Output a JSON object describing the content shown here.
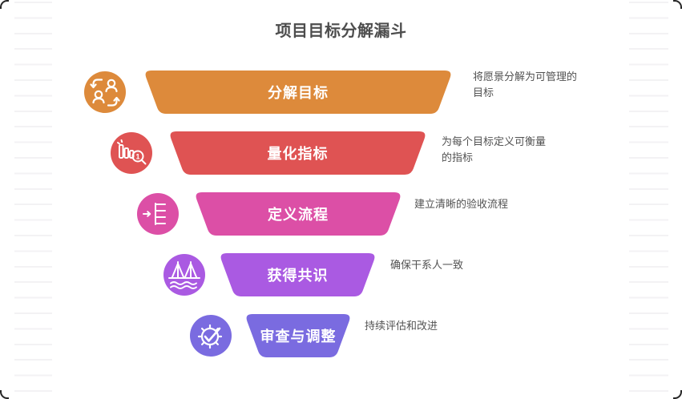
{
  "page": {
    "title": "项目目标分解漏斗"
  },
  "funnel": {
    "levels": [
      {
        "label": "分解目标",
        "description": "将愿景分解为可管理的目标",
        "color": "#DD8A3B",
        "icon": "people-swap-icon"
      },
      {
        "label": "量化指标",
        "description": "为每个目标定义可衡量的指标",
        "color": "#DF5353",
        "icon": "bar-chart-magnifier-icon"
      },
      {
        "label": "定义流程",
        "description": "建立清晰的验收流程",
        "color": "#DC4FA6",
        "icon": "flow-branch-icon"
      },
      {
        "label": "获得共识",
        "description": "确保干系人一致",
        "color": "#AA5AE2",
        "icon": "bridge-icon"
      },
      {
        "label": "审查与调整",
        "description": "持续评估和改进",
        "color": "#7A6BE0",
        "icon": "gear-check-icon"
      }
    ]
  },
  "decor": {
    "stripe_color": "#f3f2f4",
    "corner_color": "#262626",
    "label_text_color": "#ffffff"
  }
}
